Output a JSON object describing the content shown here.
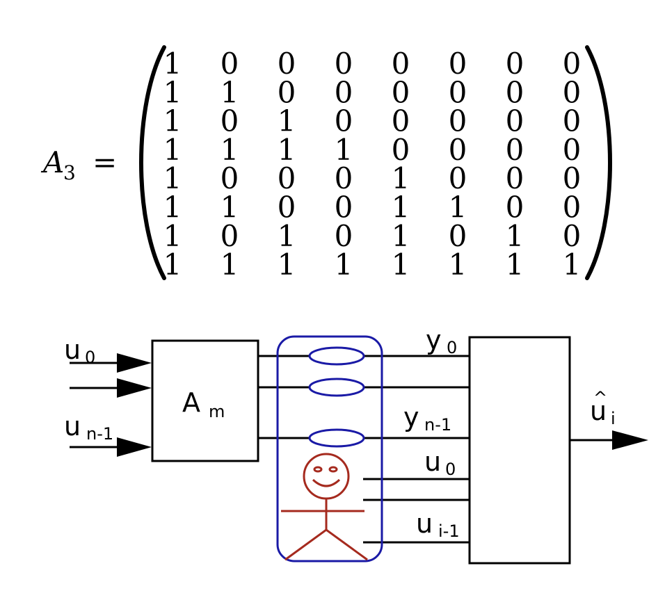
{
  "matrix": {
    "name_base": "A",
    "name_sub": "3",
    "equals": "=",
    "rows": [
      [
        "1",
        "0",
        "0",
        "0",
        "0",
        "0",
        "0",
        "0"
      ],
      [
        "1",
        "1",
        "0",
        "0",
        "0",
        "0",
        "0",
        "0"
      ],
      [
        "1",
        "0",
        "1",
        "0",
        "0",
        "0",
        "0",
        "0"
      ],
      [
        "1",
        "1",
        "1",
        "1",
        "0",
        "0",
        "0",
        "0"
      ],
      [
        "1",
        "0",
        "0",
        "0",
        "1",
        "0",
        "0",
        "0"
      ],
      [
        "1",
        "1",
        "0",
        "0",
        "1",
        "1",
        "0",
        "0"
      ],
      [
        "1",
        "0",
        "1",
        "0",
        "1",
        "0",
        "1",
        "0"
      ],
      [
        "1",
        "1",
        "1",
        "1",
        "1",
        "1",
        "1",
        "1"
      ]
    ]
  },
  "diagram": {
    "inputs": {
      "first": {
        "base": "u",
        "sub": "0"
      },
      "last": {
        "base": "u",
        "sub": "n-1"
      }
    },
    "encoder": {
      "base": "A",
      "sub": "m"
    },
    "channel_outputs": {
      "first": {
        "base": "y",
        "sub": "0"
      },
      "last": {
        "base": "y",
        "sub": "n-1"
      }
    },
    "side_info": {
      "first": {
        "base": "u",
        "sub": "0"
      },
      "last": {
        "base": "u",
        "sub": "i-1"
      }
    },
    "decoder_output": {
      "hat": "^",
      "base": "u",
      "sub": "i"
    },
    "colors": {
      "line": "#000000",
      "channel": "#1a1aa6",
      "person": "#a52a1e"
    }
  }
}
